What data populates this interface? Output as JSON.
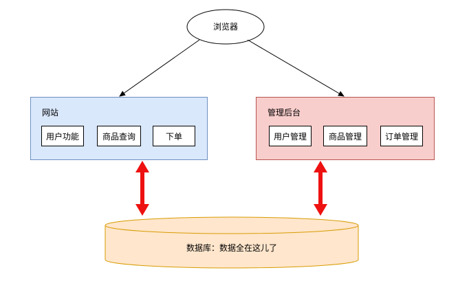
{
  "browser": {
    "label": "浏览器"
  },
  "website": {
    "title": "网站",
    "modules": [
      "用户功能",
      "商品查询",
      "下单"
    ]
  },
  "admin": {
    "title": "管理后台",
    "modules": [
      "用户管理",
      "商品管理",
      "订单管理"
    ]
  },
  "database": {
    "label": "数据库：数据全在这儿了"
  },
  "colors": {
    "website_fill": "#dae8fc",
    "website_border": "#6c8ebf",
    "admin_fill": "#f8cecc",
    "admin_border": "#b85450",
    "db_fill": "#ffe6cc",
    "db_border": "#d79b00",
    "arrow_red": "#ee1111"
  }
}
